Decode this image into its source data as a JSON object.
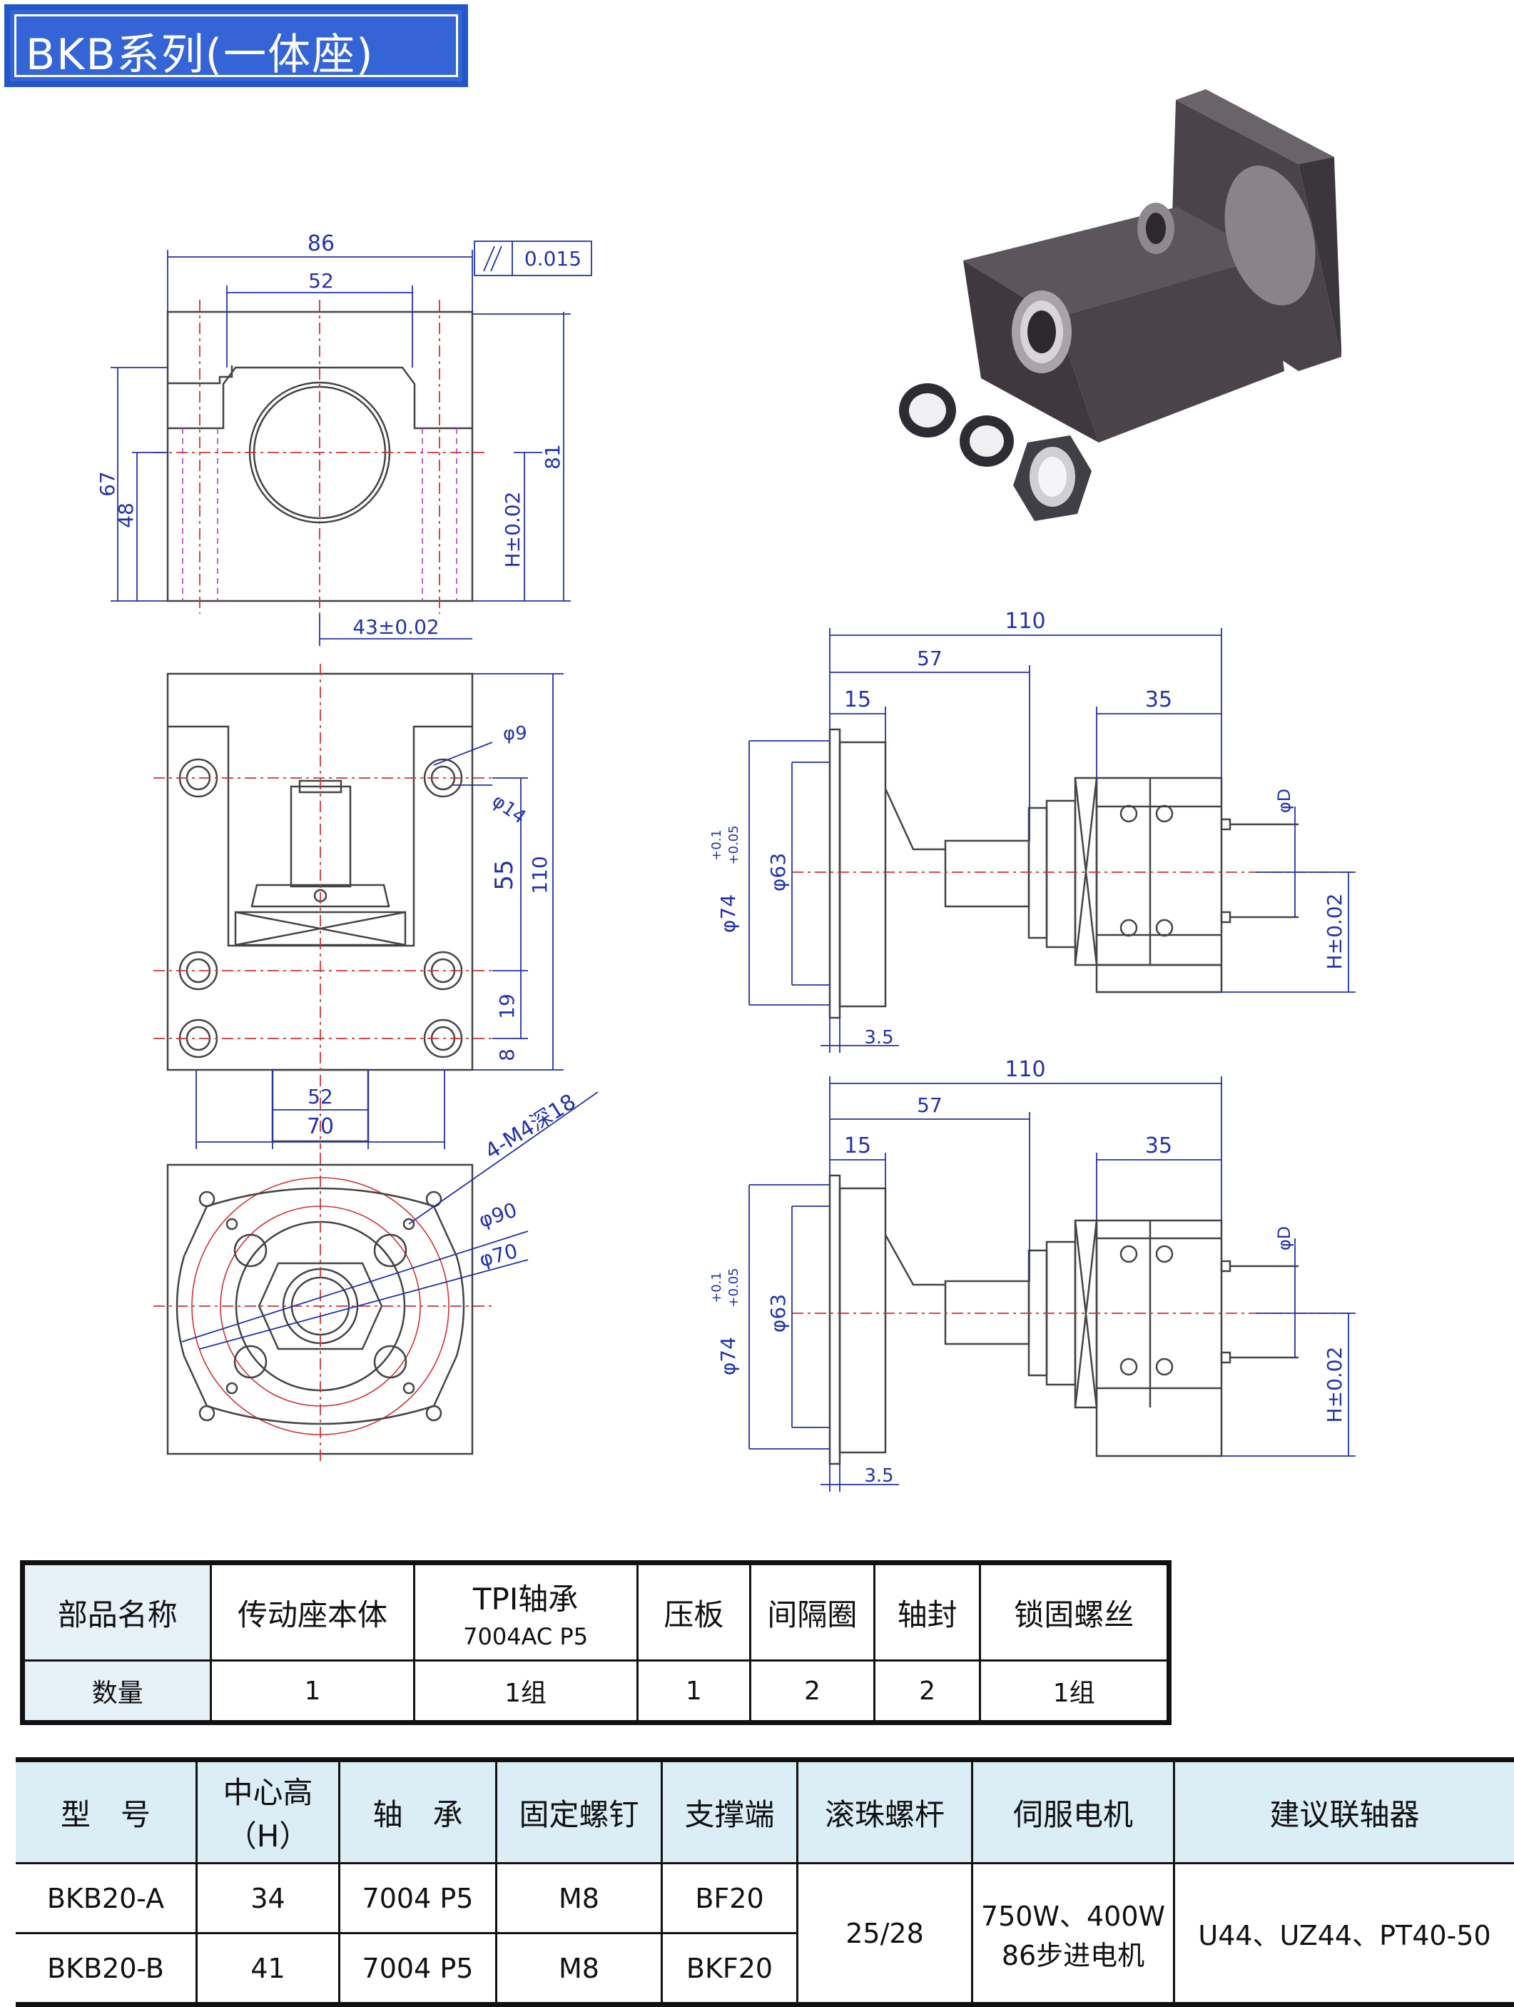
{
  "title": "BKB系列(一体座)",
  "drawing": {
    "top_view": {
      "dim_86": "86",
      "dim_52": "52",
      "tolerance": "0.015",
      "dim_67": "67",
      "dim_48": "48",
      "dim_81": "81",
      "dim_h": "H±0.02",
      "dim_43": "43±0.02"
    },
    "front_view": {
      "dia_9": "φ9",
      "dia_14": "φ14",
      "dim_55": "55",
      "dim_110": "110",
      "dim_19": "19",
      "dim_8": "8",
      "dim_52": "52",
      "dim_70": "70"
    },
    "flange_view": {
      "screw_note": "4-M4深18",
      "dia_90": "φ90",
      "dia_70": "φ70"
    },
    "side_view_1": {
      "dim_110": "110",
      "dim_57": "57",
      "dim_15": "15",
      "dim_35": "35",
      "dia_d": "φD",
      "dia_74": "φ74",
      "tol_upper": "+0.1",
      "tol_lower": "+0.05",
      "dia_63": "φ63",
      "dim_h": "H±0.02",
      "dim_3_5": "3.5"
    },
    "side_view_2": {
      "dim_110": "110",
      "dim_57": "57",
      "dim_15": "15",
      "dim_35": "35",
      "dia_d": "φD",
      "dia_74": "φ74",
      "tol_upper": "+0.1",
      "tol_lower": "+0.05",
      "dia_63": "φ63",
      "dim_h": "H±0.02",
      "dim_3_5": "3.5"
    }
  },
  "parts_table": {
    "row_header": "部品名称",
    "row_qty": "数量",
    "parts": [
      {
        "name": "传动座本体",
        "sub": "",
        "qty": "1"
      },
      {
        "name": "TPI轴承",
        "sub": "7004AC P5",
        "qty": "1组"
      },
      {
        "name": "压板",
        "sub": "",
        "qty": "1"
      },
      {
        "name": "间隔圈",
        "sub": "",
        "qty": "2"
      },
      {
        "name": "轴封",
        "sub": "",
        "qty": "2"
      },
      {
        "name": "锁固螺丝",
        "sub": "",
        "qty": "1组"
      }
    ]
  },
  "spec_table": {
    "headers": {
      "model": "型　号",
      "center_height": "中心高",
      "center_height_sub": "（H）",
      "bearing": "轴　承",
      "screw": "固定螺钉",
      "support": "支撑端",
      "ball_screw": "滚珠螺杆",
      "servo": "伺服电机",
      "coupling": "建议联轴器"
    },
    "rows": [
      {
        "model": "BKB20-A",
        "h": "34",
        "bearing": "7004 P5",
        "screw": "M8",
        "support": "BF20"
      },
      {
        "model": "BKB20-B",
        "h": "41",
        "bearing": "7004 P5",
        "screw": "M8",
        "support": "BKF20"
      }
    ],
    "ball_screw_value": "25/28",
    "servo_line1": "750W、400W",
    "servo_line2": "86步进电机",
    "coupling_value": "U44、UZ44、PT40-50"
  },
  "colors": {
    "title_bg": "#3464d6",
    "line": "#444444",
    "dim": "#2233aa",
    "center": "#dd2222",
    "shade": "#e6f2f8"
  }
}
